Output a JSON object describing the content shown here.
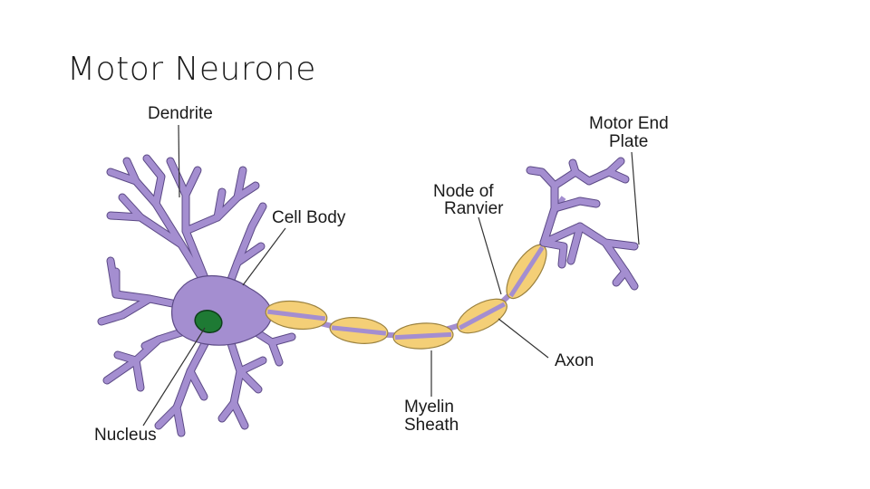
{
  "title": "Motor Neurone",
  "colors": {
    "neuron_body": "#a48ed0",
    "neuron_outline": "#5c4a86",
    "myelin": "#f4cf77",
    "myelin_outline": "#9b8240",
    "nucleus": "#1e7a34",
    "nucleus_outline": "#0e3f1a"
  },
  "labels": {
    "dendrite": "Dendrite",
    "cell_body": "Cell Body",
    "node_of_ranvier_line1": "Node of",
    "node_of_ranvier_line2": "Ranvier",
    "motor_end_plate_line1": "Motor End",
    "motor_end_plate_line2": "Plate",
    "axon": "Axon",
    "myelin_sheath_line1": "Myelin",
    "myelin_sheath_line2": "Sheath",
    "nucleus": "Nucleus"
  }
}
